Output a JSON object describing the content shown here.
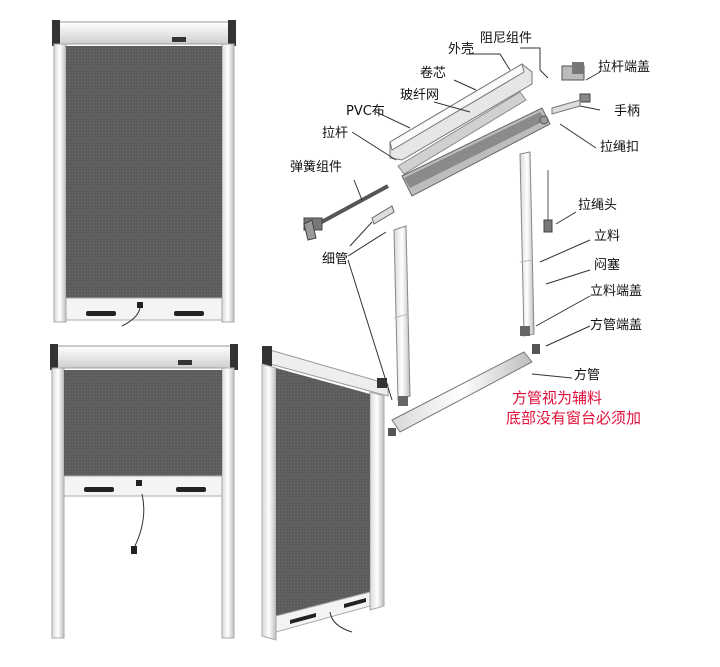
{
  "labels": {
    "damper_assembly": "阻尼组件",
    "outer_shell": "外壳",
    "roller_core": "卷芯",
    "fiberglass_mesh": "玻纤网",
    "pvc_cloth": "PVC布",
    "pull_rod": "拉杆",
    "spring_assembly": "弹簧组件",
    "thin_tube": "细管",
    "pull_rod_end_cap": "拉杆端盖",
    "handle": "手柄",
    "cord_buckle": "拉绳扣",
    "cord_head": "拉绳头",
    "vertical_rail": "立料",
    "latch_plug": "闷塞",
    "vertical_rail_end_cap": "立料端盖",
    "square_tube_end_cap": "方管端盖",
    "square_tube": "方管"
  },
  "notes": {
    "line1": "方管视为辅料",
    "line2": "底部没有窗台必须加"
  },
  "colors": {
    "mesh": "#5a5a5a",
    "frame": "#f2f2f2",
    "frame_edge": "#9a9a9a",
    "note": "#e0103a"
  }
}
